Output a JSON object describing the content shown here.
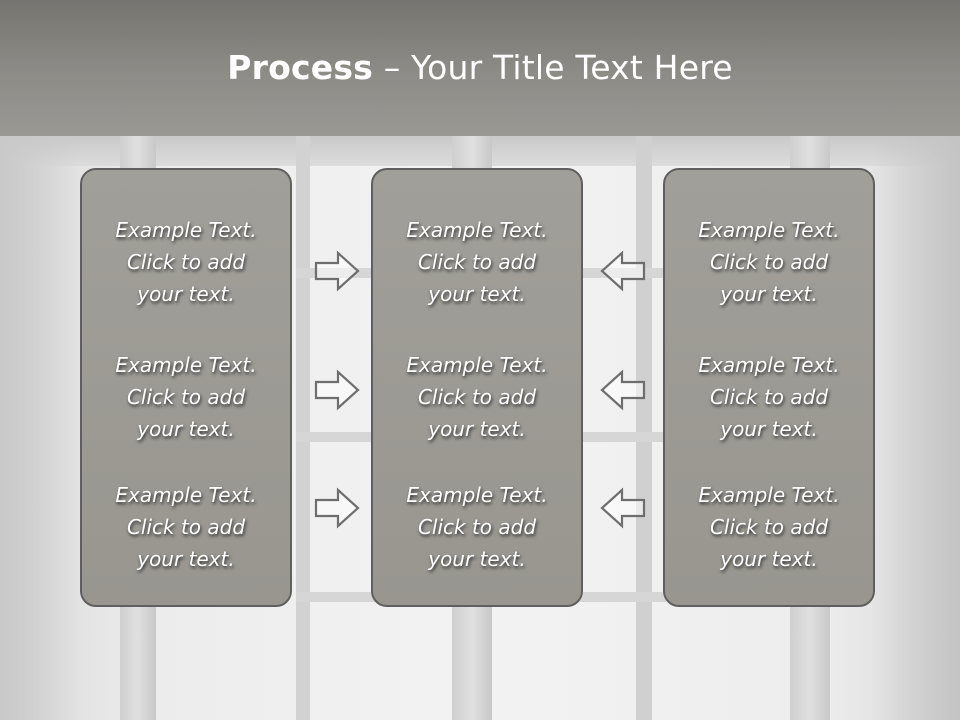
{
  "slide": {
    "title_bold": "Process",
    "title_rest": " – Your Title Text Here"
  },
  "panels": [
    {
      "items": [
        {
          "line1": "Example Text.",
          "line2": "Click  to add",
          "line3": "your text."
        },
        {
          "line1": "Example Text.",
          "line2": "Click  to add",
          "line3": "your text."
        },
        {
          "line1": "Example Text.",
          "line2": "Click  to add",
          "line3": "your text."
        }
      ]
    },
    {
      "items": [
        {
          "line1": "Example Text.",
          "line2": "Click  to add",
          "line3": "your text."
        },
        {
          "line1": "Example Text.",
          "line2": "Click  to add",
          "line3": "your text."
        },
        {
          "line1": "Example Text.",
          "line2": "Click  to add",
          "line3": "your text."
        }
      ]
    },
    {
      "items": [
        {
          "line1": "Example Text.",
          "line2": "Click  to add",
          "line3": "your text."
        },
        {
          "line1": "Example Text.",
          "line2": "Click  to add",
          "line3": "your text."
        },
        {
          "line1": "Example Text.",
          "line2": "Click  to add",
          "line3": "your text."
        }
      ]
    }
  ],
  "arrows": {
    "left_group": [
      "right-arrow-icon",
      "right-arrow-icon",
      "right-arrow-icon"
    ],
    "right_group": [
      "left-arrow-icon",
      "left-arrow-icon",
      "left-arrow-icon"
    ]
  },
  "colors": {
    "header": "#8e8c87",
    "panel_fill": "#9c9a94",
    "panel_border": "#5f5f5f",
    "text": "#ffffff"
  }
}
